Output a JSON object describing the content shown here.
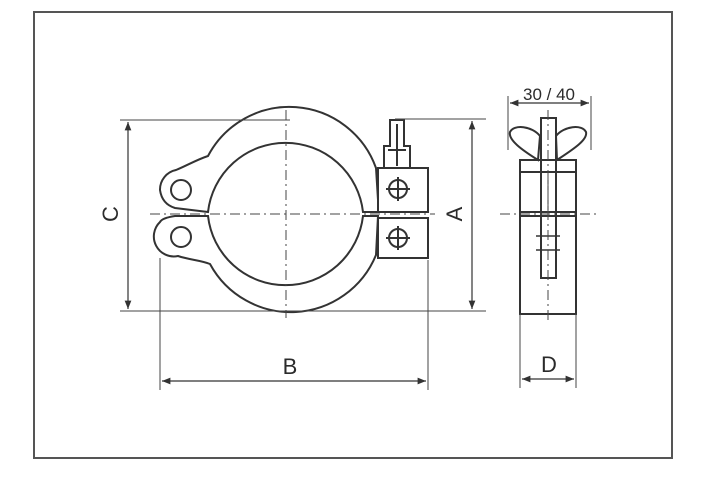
{
  "drawing": {
    "dimension_labels": {
      "a": "A",
      "b": "B",
      "c": "C",
      "d": "D",
      "width_range": "30 / 40"
    }
  }
}
